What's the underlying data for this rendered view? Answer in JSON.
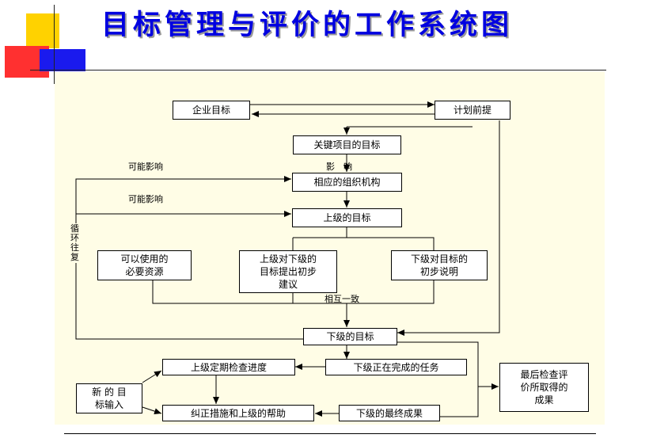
{
  "slide": {
    "title": "目标管理与评价的工作系统图"
  },
  "diagram": {
    "nodes": {
      "corp_goal": "企业目标",
      "plan_premise": "计划前提",
      "key_goal": "关键项目的目标",
      "org": "相应的组织机构",
      "superior_goal": "上级的目标",
      "resources": "可以使用的\n必要资源",
      "superior_proposal": "上级对下级的\n目标提出初步\n建议",
      "subordinate_draft": "下级对目标的\n初步说明",
      "subordinate_goal": "下级的目标",
      "periodic_check": "上级定期检查进度",
      "in_progress": "下级正在完成的任务",
      "new_input": "新 的 目\n标输入",
      "correction": "纠正措施和上级的帮助",
      "final_result": "下级的最终成果",
      "final_review": "最后检查评\n价所取得的\n成果"
    },
    "labels": {
      "influence": "影　响",
      "possible_influence_1": "可能影响",
      "possible_influence_2": "可能影响",
      "loop": "循\n环\n往\n复",
      "mutual_agreement": "相互一致"
    }
  },
  "colors": {
    "title": "#0000e0",
    "panel_background": "#fffde6",
    "deco_yellow": "#ffd200",
    "deco_blue": "#1a1aee",
    "deco_red": "#ff2020"
  }
}
